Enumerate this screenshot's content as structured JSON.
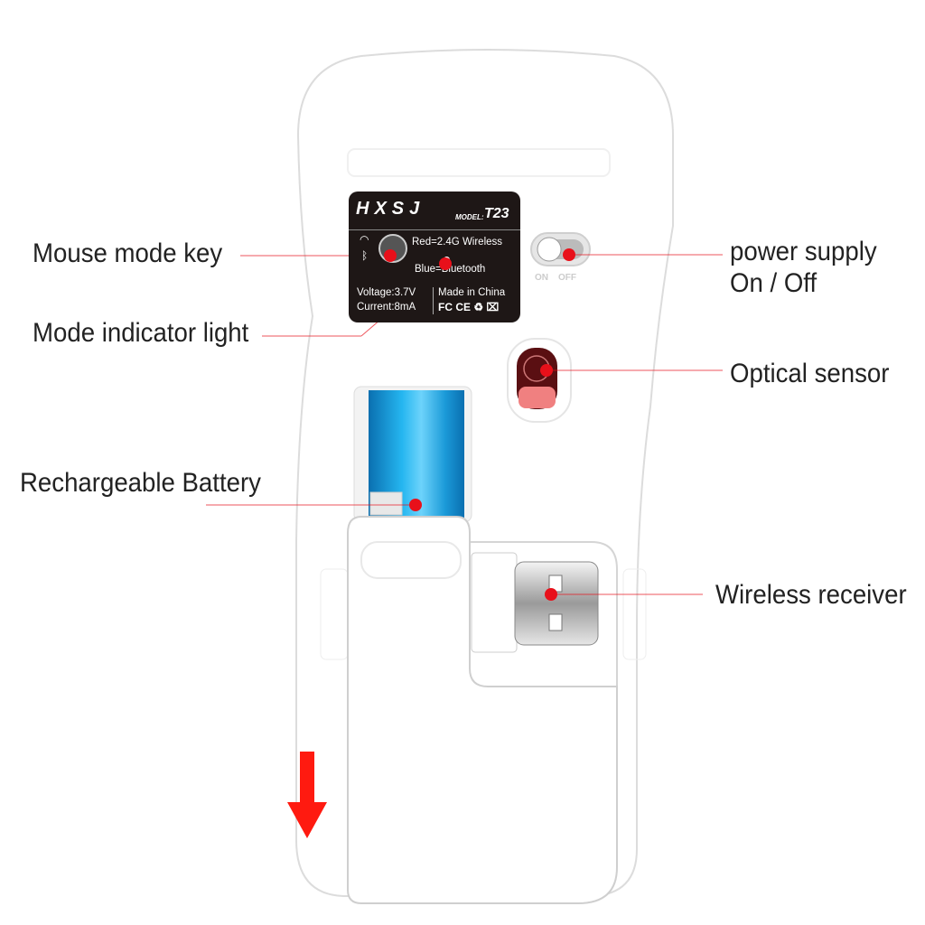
{
  "callouts": {
    "mouse_mode_key": "Mouse mode key",
    "mode_indicator": "Mode indicator light",
    "rechargeable_battery": "Rechargeable Battery",
    "power_supply_line1": "power supply",
    "power_supply_line2": "On / Off",
    "optical_sensor": "Optical sensor",
    "wireless_receiver": "Wireless receiver"
  },
  "label": {
    "brand": "HXSJ",
    "model_prefix": "MODEL:",
    "model": "T23",
    "red_mode": "Red=2.4G Wireless",
    "blue_mode": "Blue=Bluetooth",
    "voltage": "Voltage:3.7V",
    "current": "Current:8mA",
    "origin": "Made in China",
    "certs": "FC CE ♻ ⌧"
  },
  "switch": {
    "on": "ON",
    "off": "OFF"
  },
  "colors": {
    "marker": "#e8101a",
    "arrow": "#ff1a10",
    "battery": "#1aa6e8",
    "label_bg": "#1e1716"
  }
}
